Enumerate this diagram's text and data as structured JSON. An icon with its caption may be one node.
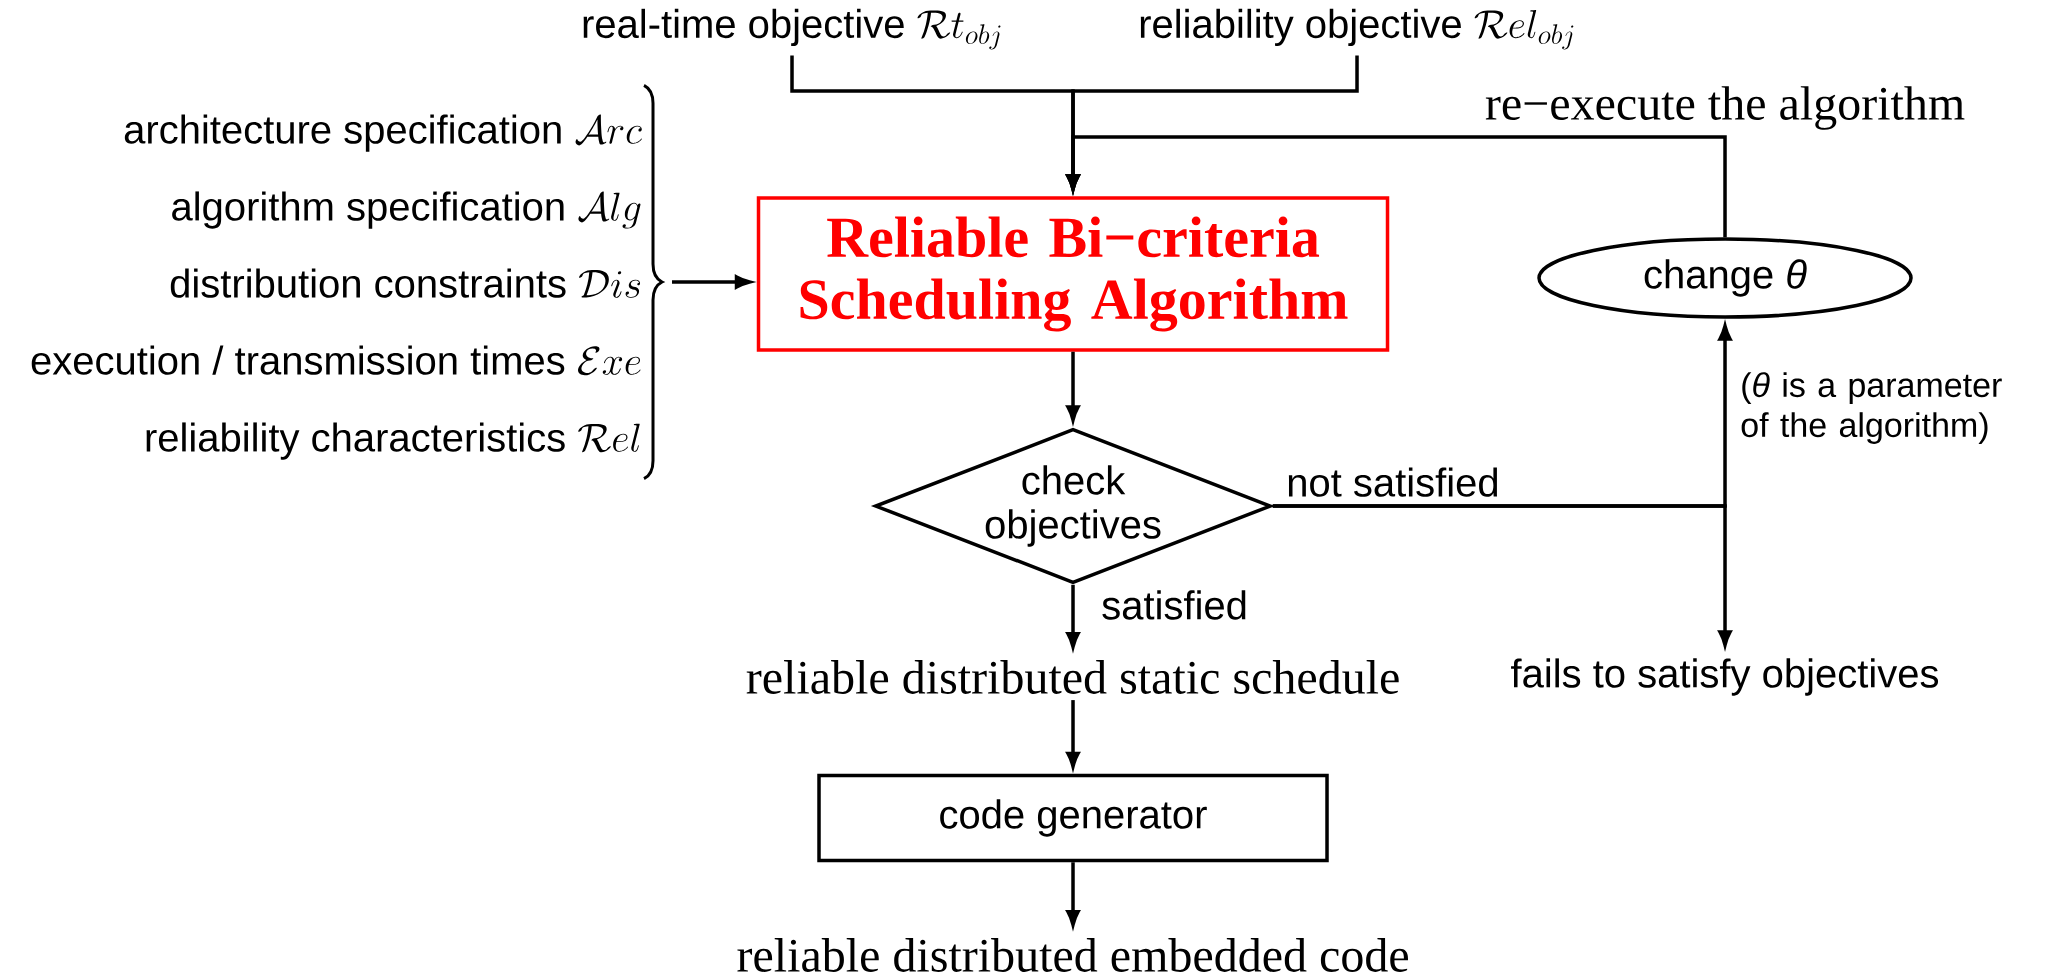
{
  "diagram": {
    "nodes": [
      {
        "text": [
          "real-time objective",
          "\\mathcal{R}t_{obj}"
        ]
      },
      {
        "text": [
          "reliability objective",
          "\\mathcal{R}el_{obj}"
        ]
      },
      {
        "text": [
          "architecture specification",
          "\\mathcal{A}rc",
          "algorithm specification",
          "\\mathcal{A}lg",
          "distribution constraints",
          "\\mathcal{D}is",
          "execution / transmission times",
          "\\mathcal{E}xe",
          "reliability characteristics",
          "\\mathcal{R}el"
        ]
      },
      {
        "text": [
          "Reliable Bi−criteria Scheduling Algorithm"
        ]
      },
      {
        "text": [
          "check objectives"
        ]
      },
      {
        "text": [
          "change *θ*"
        ]
      },
      {
        "text": [
          "fails to satisfy objectives"
        ]
      },
      {
        "text": [
          "reliable distributed static schedule"
        ]
      },
      {
        "text": [
          "code generator"
        ]
      },
      {
        "text": [
          "reliable distributed embedded code"
        ]
      }
    ],
    "edges": [
      {
        "from": 0,
        "to": 3,
        "arrow": "to"
      },
      {
        "from": 1,
        "to": 3,
        "arrow": "to"
      },
      {
        "from": 2,
        "to": 3,
        "arrow": "to"
      },
      {
        "from": 5,
        "to": 3,
        "arrow": "to",
        "label": "re−execute the algorithm"
      },
      {
        "from": 3,
        "to": 4,
        "arrow": "to"
      },
      {
        "from": 4,
        "to": 5,
        "arrow": "to",
        "label": "not satisfied"
      },
      {
        "from": 4,
        "to": 6,
        "arrow": "to"
      },
      {
        "from": 4,
        "to": 7,
        "arrow": "to",
        "label": "satisfied"
      },
      {
        "from": 7,
        "to": 8,
        "arrow": "to"
      },
      {
        "from": 8,
        "to": 9,
        "arrow": "to"
      }
    ],
    "labels": [
      "(*θ* is a parameter of the algorithm)"
    ]
  }
}
